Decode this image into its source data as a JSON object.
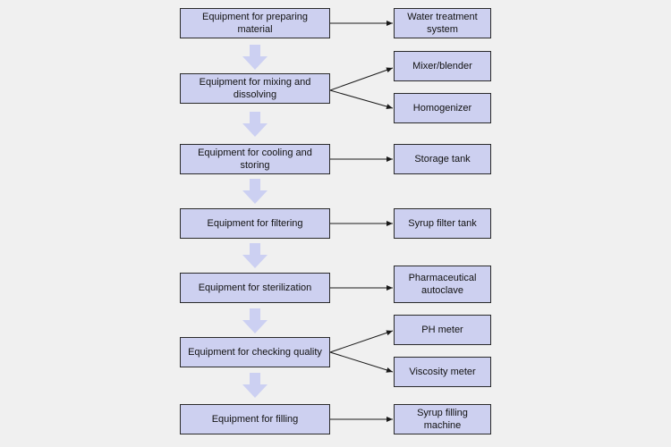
{
  "colors": {
    "background": "#f0f0f0",
    "box_fill": "#cdd0f0",
    "box_border": "#2a2a2a",
    "down_arrow": "#ccd0f2",
    "connector": "#1a1a1a"
  },
  "steps": [
    {
      "label": "Equipment for preparing material",
      "equipment": [
        "Water treatment system"
      ]
    },
    {
      "label": "Equipment for mixing and dissolving",
      "equipment": [
        "Mixer/blender",
        "Homogenizer"
      ]
    },
    {
      "label": "Equipment for cooling and storing",
      "equipment": [
        "Storage tank"
      ]
    },
    {
      "label": "Equipment for filtering",
      "equipment": [
        "Syrup filter tank"
      ]
    },
    {
      "label": "Equipment for sterilization",
      "equipment": [
        "Pharmaceutical autoclave"
      ]
    },
    {
      "label": "Equipment for checking quality",
      "equipment": [
        "PH meter",
        "Viscosity meter"
      ]
    },
    {
      "label": "Equipment for filling",
      "equipment": [
        "Syrup filling machine"
      ]
    }
  ]
}
